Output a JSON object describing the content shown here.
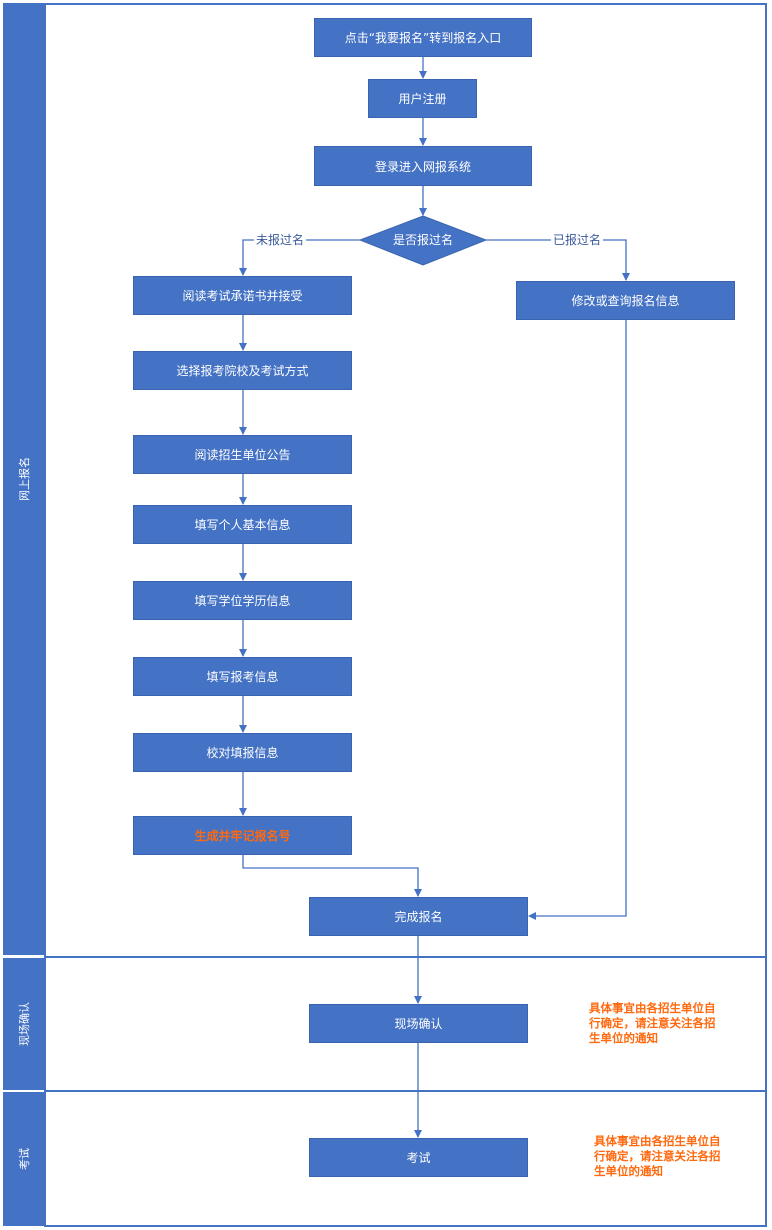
{
  "lanes": {
    "online": "网上报名",
    "confirm": "现场确认",
    "exam": "考试"
  },
  "steps": {
    "entry": "点击“我要报名”转到报名入口",
    "register": "用户注册",
    "login": "登录进入网报系统",
    "decision": "是否报过名",
    "read_commitment": "阅读考试承诺书并接受",
    "choose_school": "选择报考院校及考试方式",
    "read_notice": "阅读招生单位公告",
    "basic_info": "填写个人基本信息",
    "degree_info": "填写学位学历信息",
    "apply_info": "填写报考信息",
    "verify_info": "校对填报信息",
    "generate_number": "生成并牢记报名号",
    "modify_query": "修改或查询报名信息",
    "complete": "完成报名",
    "onsite_confirm": "现场确认",
    "exam": "考试"
  },
  "edge_labels": {
    "not_registered": "未报过名",
    "registered": "已报过名"
  },
  "notes": {
    "confirm_note": "具体事宜由各招生单位自行确定，请注意关注各招生单位的通知",
    "exam_note": "具体事宜由各招生单位自行确定，请注意关注各招生单位的通知"
  },
  "colors": {
    "box_fill": "#4472c4",
    "box_text": "#ffffff",
    "highlight_text": "#ff6a10",
    "connector": "#4472c4"
  }
}
